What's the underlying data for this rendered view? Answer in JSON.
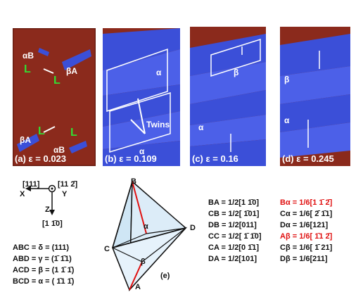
{
  "panels": [
    {
      "caption": "(a) ε = 0.023",
      "labels": [
        "αB",
        "βA",
        "βA",
        "αB"
      ]
    },
    {
      "caption": "(b) ε = 0.109",
      "labels": [
        "α",
        "Twins",
        "α"
      ]
    },
    {
      "caption": "(c) ε = 0.16",
      "labels": [
        "β",
        "α"
      ]
    },
    {
      "caption": "(d) ε = 0.245",
      "labels": [
        "β",
        "α"
      ]
    }
  ],
  "green_marks": [
    "L",
    "L",
    "L",
    "L"
  ],
  "axes": {
    "x_dir": "[111]",
    "x_label": "X",
    "y_dir": "[11 2̄]",
    "y_label": "Y",
    "z_label": "Z",
    "z_dir": "[1 1̄0]"
  },
  "planes": [
    "ABC = δ = (111)",
    "ABD = γ = (1̄ 1̄1)",
    "ACD = β = (1 1̄ 1̄)",
    "BCD = α = ( 1̄1 1̄)"
  ],
  "tetra": {
    "vertices": [
      "B",
      "C",
      "D",
      "A"
    ],
    "face_labels": [
      "α",
      "β"
    ],
    "panel_label": "(e)"
  },
  "burgers_left": [
    "BA = 1/2[1 1̄0]",
    "CB = 1/2[ 1̄01]",
    "DB = 1/2[011]",
    "CC = 1/2[ 1̄ 1̄0]",
    "CA = 1/2[0 1̄1]",
    "DA = 1/2[101]"
  ],
  "burgers_right": [
    {
      "text": "Bα = 1/6[1 1̄ 2̄]",
      "red": true
    },
    {
      "text": "Cα = 1/6[ 2̄ 1̄1]",
      "red": false
    },
    {
      "text": "Dα = 1/6[121]",
      "red": false
    },
    {
      "text": "Aβ = 1/6[ 1̄1 2̄]",
      "red": true
    },
    {
      "text": "Cβ = 1/6[ 1̄ 21]",
      "red": false
    },
    {
      "text": "Dβ = 1/6[211]",
      "red": false
    }
  ],
  "colors": {
    "matrix": "#8b2a1c",
    "twin": "#3b4fd8",
    "red_text": "#e01010",
    "green": "#33dd33"
  }
}
